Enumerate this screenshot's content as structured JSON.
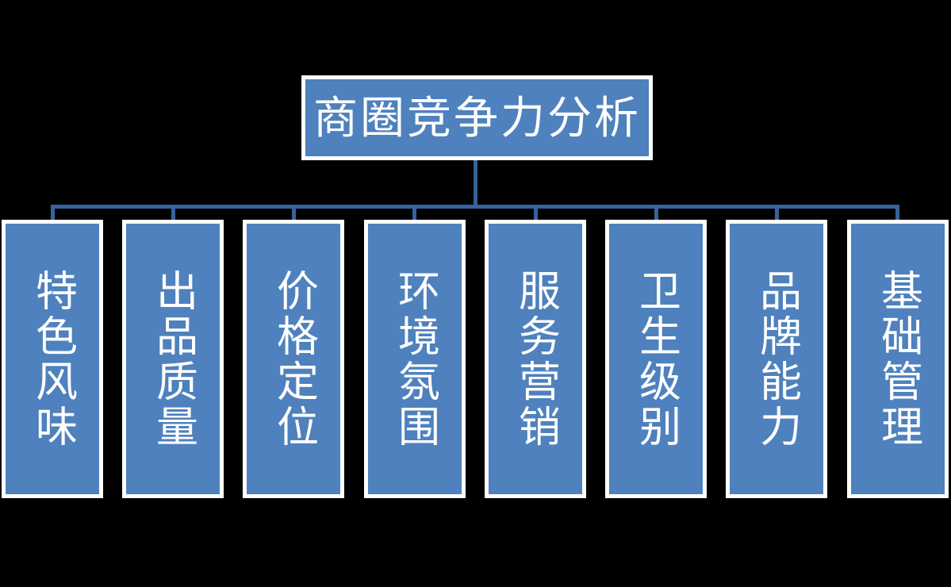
{
  "diagram": {
    "type": "org-chart",
    "title": "商圈竞争力分析",
    "children": [
      {
        "label": "特色风味"
      },
      {
        "label": "出品质量"
      },
      {
        "label": "价格定位"
      },
      {
        "label": "环境氛围"
      },
      {
        "label": "服务营销"
      },
      {
        "label": "卫生级别"
      },
      {
        "label": "品牌能力"
      },
      {
        "label": "基础管理"
      }
    ]
  },
  "colors": {
    "background": "#000000",
    "box_fill": "#4E81BD",
    "box_border": "#FFFFFF",
    "connector_line": "#38629C",
    "text": "#FFFFFF"
  }
}
